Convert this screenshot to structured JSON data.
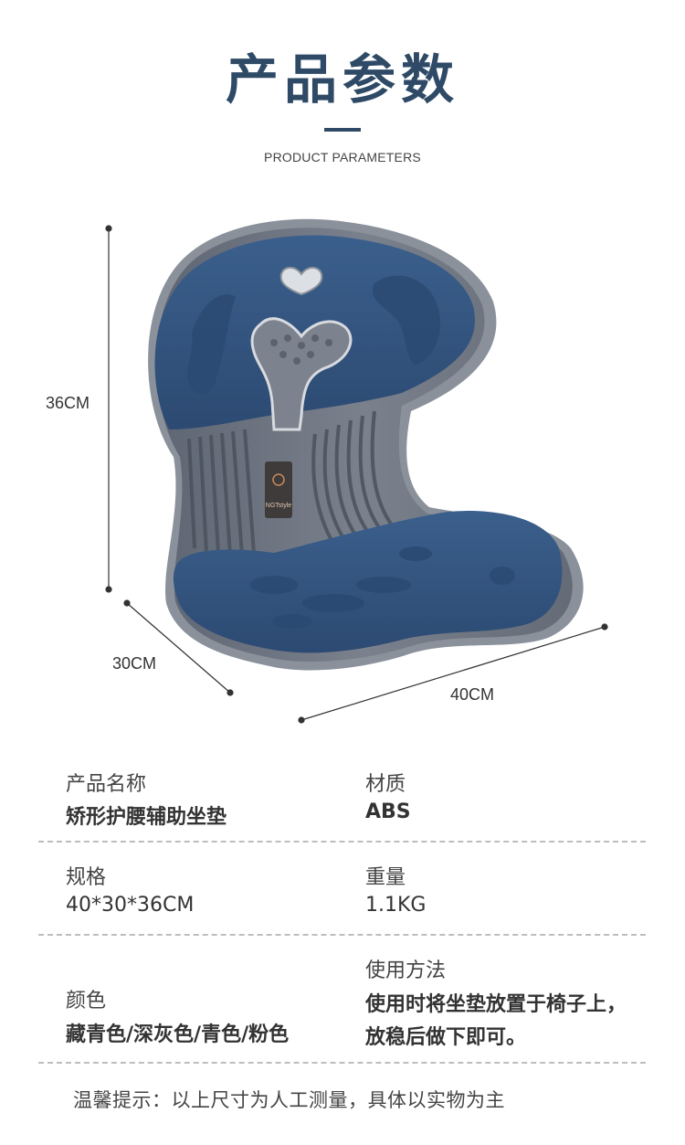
{
  "header": {
    "title": "产品参数",
    "subtitle": "PRODUCT PARAMETERS"
  },
  "dimensions": {
    "height": "36CM",
    "depth": "30CM",
    "width": "40CM"
  },
  "product_logo": {
    "brand_text": "NGTstyle"
  },
  "specs": {
    "name_label": "产品名称",
    "name_value": "矫形护腰辅助坐垫",
    "material_label": "材质",
    "material_value": "ABS",
    "size_label": "规格",
    "size_value": "40*30*36CM",
    "weight_label": "重量",
    "weight_value": "1.1KG",
    "color_label": "颜色",
    "color_value": "藏青色/深灰色/青色/粉色",
    "usage_label": "使用方法",
    "usage_line1": "使用时将坐垫放置于椅子上，",
    "usage_line2": "放稳后做下即可。"
  },
  "note": "温馨提示：以上尺寸为人工测量，具体以实物为主",
  "colors": {
    "title": "#2f4a66",
    "navy_cushion": "#34557f",
    "gray_frame": "#6e7582"
  }
}
